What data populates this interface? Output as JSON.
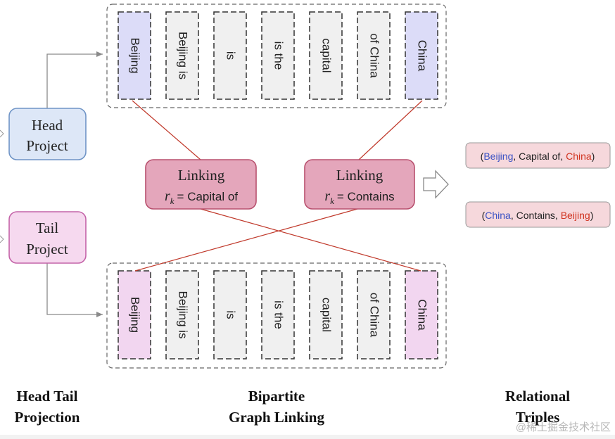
{
  "head_project": {
    "line1": "Head",
    "line2": "Project"
  },
  "tail_project": {
    "line1": "Tail",
    "line2": "Project"
  },
  "head_tokens": [
    {
      "text": "Beijing",
      "highlight": true
    },
    {
      "text": "Beijing is",
      "highlight": false
    },
    {
      "text": "is",
      "highlight": false
    },
    {
      "text": "is the",
      "highlight": false
    },
    {
      "text": "capital",
      "highlight": false
    },
    {
      "text": "of China",
      "highlight": false
    },
    {
      "text": "China",
      "highlight": true
    }
  ],
  "tail_tokens": [
    {
      "text": "Beijing",
      "highlight": true
    },
    {
      "text": "Beijing is",
      "highlight": false
    },
    {
      "text": "is",
      "highlight": false
    },
    {
      "text": "is the",
      "highlight": false
    },
    {
      "text": "capital",
      "highlight": false
    },
    {
      "text": "of China",
      "highlight": false
    },
    {
      "text": "China",
      "highlight": true
    }
  ],
  "linking_boxes": [
    {
      "title": "Linking",
      "var": "r",
      "sub": "k",
      "relation": "= Capital of"
    },
    {
      "title": "Linking",
      "var": "r",
      "sub": "k",
      "relation": "= Contains"
    }
  ],
  "triples": [
    {
      "open": "(",
      "head": "Beijing",
      "sep1": ", ",
      "relation": "Capital of",
      "sep2": ", ",
      "tail": "China",
      "close": ")"
    },
    {
      "open": "(",
      "head": "China",
      "sep1": ", ",
      "relation": "Contains",
      "sep2": ", ",
      "tail": "Beijing",
      "close": ")"
    }
  ],
  "captions": {
    "projection": [
      "Head Tail",
      "Projection"
    ],
    "linking": [
      "Bipartite",
      "Graph Linking"
    ],
    "triples": [
      "Relational",
      "Triples"
    ]
  },
  "watermark": "@稀土掘金技术社区",
  "colors": {
    "head_token_fill": "#dcdcf8",
    "tail_token_fill": "#f2d6f0",
    "plain_token_fill": "#f0f0f0",
    "head_project_fill": "#dde7f7",
    "head_project_stroke": "#6f94c6",
    "tail_project_fill": "#f6d9ef",
    "tail_project_stroke": "#c463a8",
    "linking_fill": "#e4a6bb",
    "linking_stroke": "#b8506e",
    "triple_fill": "#f6d8dc",
    "link_line": "#c0392b",
    "head_entity_text": "#3b52c4",
    "tail_entity_text": "#d0321e"
  }
}
